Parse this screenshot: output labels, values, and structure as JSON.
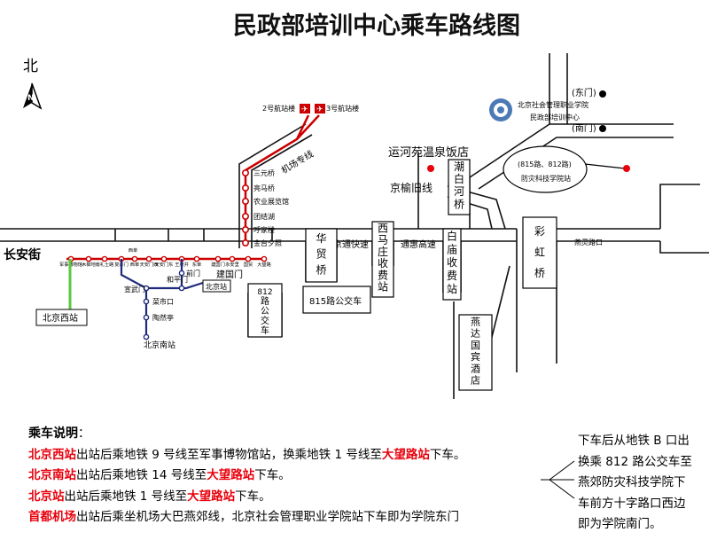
{
  "title": "民政部培训中心乘车路线图",
  "compass": {
    "label": "北"
  },
  "roads": {
    "changan": "长安街",
    "jingtong": "京通快速",
    "tonghui": "通惠高速",
    "jichang": "机场专线",
    "jingyu": "京榆旧线"
  },
  "bridges": {
    "huamao": [
      "华",
      "贸",
      "桥"
    ],
    "xima": [
      "西",
      "马",
      "庄",
      "收",
      "费",
      "站"
    ],
    "baimiao": [
      "白",
      "庙",
      "收",
      "费",
      "站"
    ],
    "chaobai": [
      "潮",
      "白",
      "河",
      "桥"
    ],
    "caihong": [
      "彩",
      "虹",
      "桥"
    ],
    "yanda": [
      "燕",
      "达",
      "国",
      "宾",
      "酒",
      "店"
    ]
  },
  "buses": {
    "bus812": [
      "812",
      "路",
      "公",
      "交",
      "车"
    ],
    "bus815": "815路公交车"
  },
  "places": {
    "yunhe": "运河苑温泉饭店",
    "dongmen": "(东门)",
    "nanmen": "(南门)",
    "school_line1": "北京社会管理职业学院",
    "school_line2": "民政部培训中心",
    "callout_line1": "(815路、812路)",
    "callout_line2": "防灾科技学院站",
    "yanling": "燕灵路口",
    "airport2": "2号航站楼",
    "airport3": "3号航站楼",
    "jiangguomen": "建国门"
  },
  "stations": {
    "airport_line": [
      "三元桥",
      "亮马桥",
      "农业展览馆",
      "团结湖",
      "呼家楼",
      "金台夕照"
    ],
    "line1_labels": [
      "军事博物馆",
      "木樨地",
      "南礼士路",
      "复兴门",
      "西单",
      "天安门西",
      "天安门东",
      "王府井",
      "东单",
      "建国门",
      "永安里",
      "国贸",
      "大望路"
    ],
    "line1_top": [
      "西单"
    ],
    "south_line": [
      "宣武门",
      "菜市口",
      "陶然亭",
      "北京南站",
      "和平门",
      "前门"
    ],
    "beijing_zhan": "北京站",
    "beijing_xi": "北京西站",
    "beijing_nan": "北京南站"
  },
  "instructions": {
    "heading": "乘车说明",
    "heading_colon": "：",
    "lines": [
      {
        "station": "北京西站",
        "text1": "出站后乘地铁 9 号线至军事博物馆站，换乘地铁 1 号线至",
        "dest": "大望路站",
        "text2": "下车。"
      },
      {
        "station": "北京南站",
        "text1": "出站后乘地铁 14 号线至",
        "dest": "大望路站",
        "text2": "下车。"
      },
      {
        "station": "北京站",
        "text1": "出站后乘地铁 1 号线至",
        "dest": "大望路站",
        "text2": "下车。"
      },
      {
        "station": "首都机场",
        "text1": "出站后乘坐机场大巴燕郊线，北京社会管理职业学院站下车即为学院东门",
        "dest": "",
        "text2": ""
      }
    ]
  },
  "side_note": [
    "下车后从地铁 B 口出",
    "换乘 812 路公交车至",
    "燕郊防灾科技学院下",
    "车前方十字路口西边",
    "即为学院南门。"
  ],
  "colors": {
    "metro_red": "#cc0000",
    "metro_blue": "#1f2a7a",
    "metro_green": "#5ac93c",
    "station_red": "#e8000b",
    "road": "#000000"
  }
}
